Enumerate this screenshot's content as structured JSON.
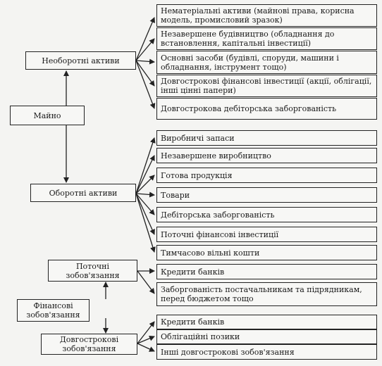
{
  "nodes": {
    "maino": "Майно",
    "neoborotni": "Необоротні активи",
    "oborotni": "Оборотні активи",
    "potochni": "Поточні\nзобов'язання",
    "finansovi": "Фінансові\nзобов'язання",
    "dovgostrokovi": "Довгострокові\nзобов'язання"
  },
  "neoborotni_items": [
    "Нематеріальні активи (майнові права, корисна модель, промисловий зразок)",
    "Незавершене будівництво (обладнання до встановлення, капітальні інвестиції)",
    "Основні засоби (будівлі, споруди, машини і обладнання, інструмент тощо)",
    "Довгострокові фінансові інвестиції (акції, облігації, інші цінні папери)",
    "Довгострокова дебіторська заборгованість"
  ],
  "oborotni_items": [
    "Виробничі запаси",
    "Незавершене виробництво",
    "Готова продукція",
    "Товари",
    "Дебіторська заборгованість",
    "Поточні фінансові інвестиції",
    "Тимчасово вільні кошти"
  ],
  "potochni_items": [
    "Кредити банків",
    "Заборгованість постачальникам та підрядникам, перед бюджетом тощо"
  ],
  "dovgostrokovi_items": [
    "Кредити банків",
    "Облігаційні позики",
    "Інші довгострокові зобов'язання"
  ]
}
